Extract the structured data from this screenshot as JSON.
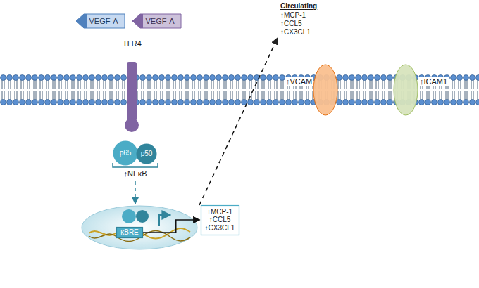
{
  "diagram": {
    "nodes": [
      {
        "text": [
          "VEGF-A"
        ]
      },
      {
        "text": [
          "VEGF-A"
        ]
      },
      {
        "text": [
          "p65"
        ]
      },
      {
        "text": [
          "p50"
        ]
      },
      {
        "text": [
          "κBRE"
        ]
      },
      {
        "text": [
          "↑MCP-1",
          "↑CCL5",
          "↑CX3CL1"
        ]
      }
    ],
    "edges": [
      {
        "from": 4,
        "to": 5,
        "arrow": "to"
      }
    ],
    "labels": [
      "Circulating",
      "↑MCP-1",
      "↑CCL5",
      "↑CX3CL1",
      "TLR4",
      "↑NFκB",
      "↑VCAM",
      "↑ICAM1"
    ]
  }
}
